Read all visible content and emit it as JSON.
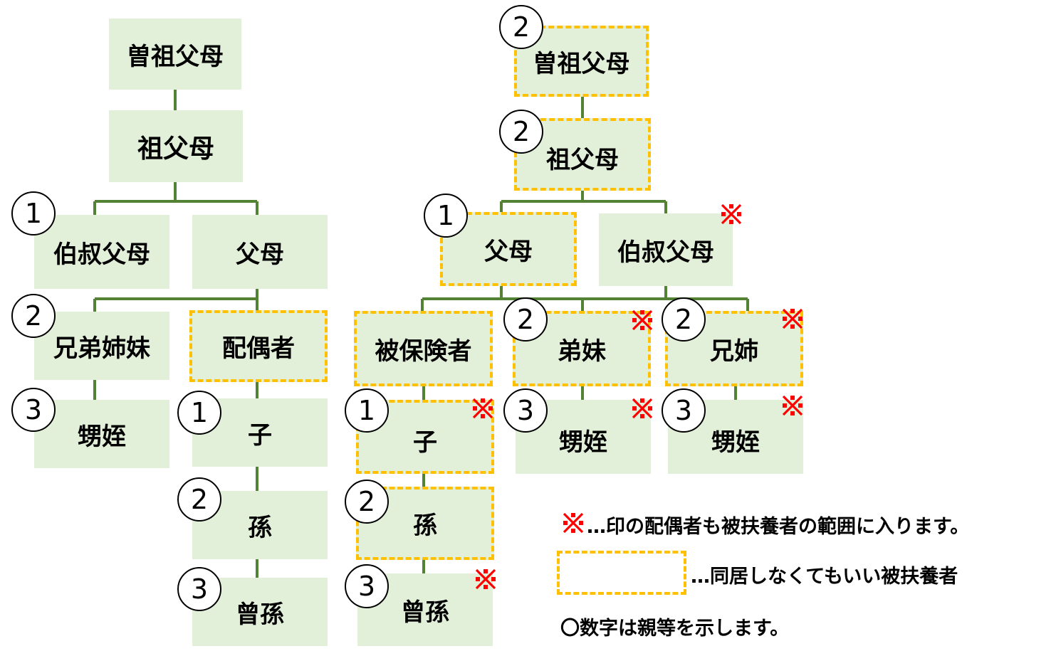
{
  "colors": {
    "box_fill": "#e2efd9",
    "line": "#548235",
    "dash": "#ffc000",
    "mark": "#ff0000"
  },
  "left_tree": {
    "great_grandparents": "曽祖父母",
    "grandparents": "祖父母",
    "uncles_aunts": "伯叔父母",
    "parents": "父母",
    "siblings": "兄弟姉妹",
    "spouse": "配偶者",
    "nephews_nieces": "甥姪",
    "child": "子",
    "grandchild": "孫",
    "great_grandchild": "曾孫"
  },
  "right_tree": {
    "great_grandparents": "曽祖父母",
    "grandparents": "祖父母",
    "parents": "父母",
    "uncles_aunts": "伯叔父母",
    "insured": "被保険者",
    "younger_siblings": "弟妹",
    "older_siblings": "兄姉",
    "child": "子",
    "nephews_nieces_1": "甥姪",
    "nephews_nieces_2": "甥姪",
    "grandchild": "孫",
    "great_grandchild": "曾孫"
  },
  "degree_numbers": {
    "one": "1",
    "two": "2",
    "three": "3"
  },
  "mark_icon": "kome-mark-icon",
  "legend": {
    "mark_text": "…印の配偶者も被扶養者の範囲に入ります。",
    "dashed_text": "…同居しなくてもいい被扶養者",
    "circle_text": "〇数字は親等を示します。"
  }
}
